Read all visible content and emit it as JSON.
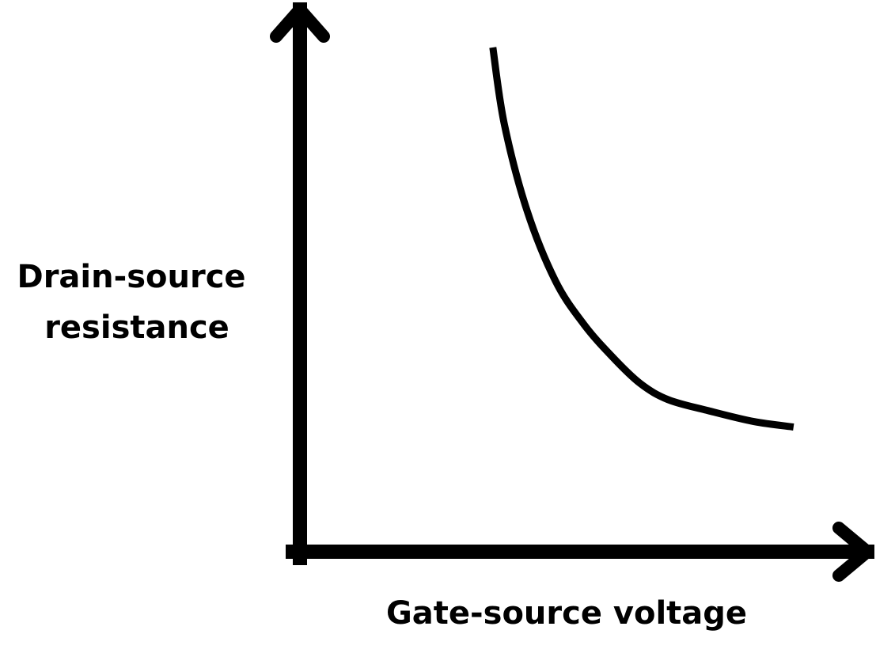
{
  "chart_data": {
    "type": "line",
    "title": "",
    "xlabel": "Gate-source voltage",
    "ylabel_lines": [
      "Drain-source",
      "resistance"
    ],
    "x_ticks": "none",
    "y_ticks": "none",
    "grid": false,
    "legend": "none",
    "xlim": [
      0,
      1
    ],
    "ylim": [
      0,
      1
    ],
    "series": [
      {
        "style": "curve",
        "points": [
          {
            "x": 0.34,
            "y": 0.93
          },
          {
            "x": 0.36,
            "y": 0.79
          },
          {
            "x": 0.4,
            "y": 0.63
          },
          {
            "x": 0.45,
            "y": 0.5
          },
          {
            "x": 0.5,
            "y": 0.42
          },
          {
            "x": 0.55,
            "y": 0.36
          },
          {
            "x": 0.6,
            "y": 0.31
          },
          {
            "x": 0.65,
            "y": 0.28
          },
          {
            "x": 0.72,
            "y": 0.26
          },
          {
            "x": 0.8,
            "y": 0.24
          },
          {
            "x": 0.87,
            "y": 0.23
          }
        ]
      }
    ],
    "colors": {
      "axis": "#000000",
      "curve": "#000000",
      "background": "#ffffff"
    }
  }
}
